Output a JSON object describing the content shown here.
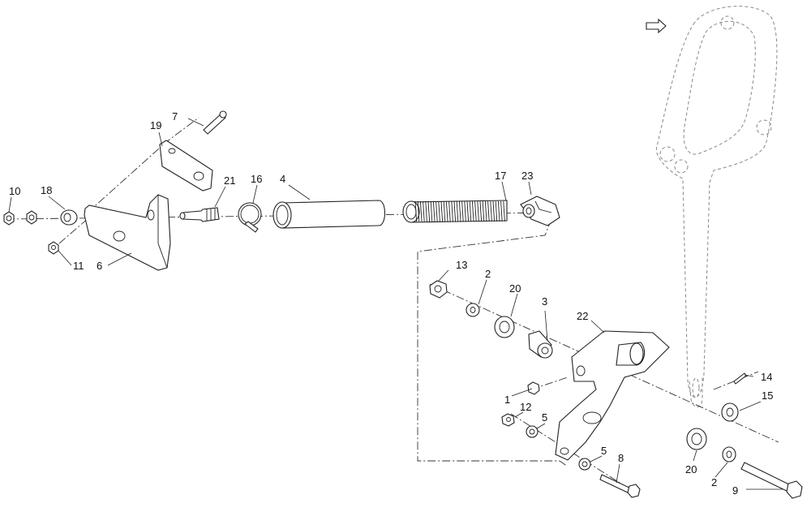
{
  "diagram": {
    "callouts": {
      "c1": "1",
      "c2a": "2",
      "c2b": "2",
      "c3": "3",
      "c4": "4",
      "c5a": "5",
      "c5b": "5",
      "c6": "6",
      "c7": "7",
      "c8": "8",
      "c9": "9",
      "c10": "10",
      "c11": "11",
      "c12": "12",
      "c13": "13",
      "c14": "14",
      "c15": "15",
      "c16": "16",
      "c17": "17",
      "c18": "18",
      "c19": "19",
      "c20a": "20",
      "c20b": "20",
      "c21": "21",
      "c22": "22",
      "c23": "23"
    },
    "icons": {
      "orientation": "front-arrow-icon"
    },
    "colors": {
      "line": "#222222",
      "ghost": "#888888",
      "background": "#ffffff"
    }
  }
}
